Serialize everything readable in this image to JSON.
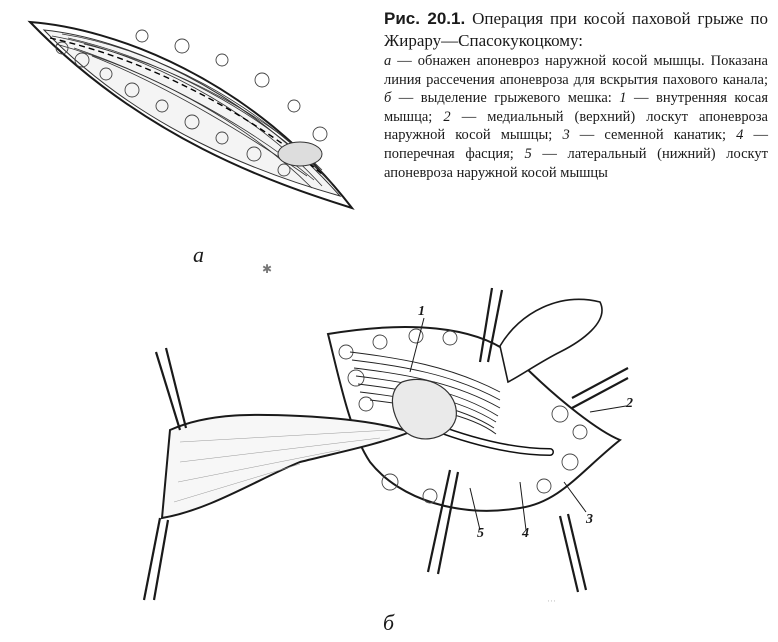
{
  "caption": {
    "figure_number": "Рис. 20.1.",
    "title": "Операция при косой паховой грыже по Жирару—Спасокукоцкому:",
    "parts": [
      {
        "label": "а",
        "text": " — обнажен апоневроз наружной косой мышцы. Показана линия рассечения апоневроза для вскрытия пахового канала; "
      },
      {
        "label": "б",
        "text": " — выделение грыжевого мешка: "
      },
      {
        "label": "1",
        "text": " — внутренняя косая мышца; "
      },
      {
        "label": "2",
        "text": " — медиальный (верхний) лоскут апоневроза наружной косой мышцы; "
      },
      {
        "label": "3",
        "text": " — семенной канатик; "
      },
      {
        "label": "4",
        "text": " — поперечная фасция; "
      },
      {
        "label": "5",
        "text": " — латеральный (нижний) лоскут апоневроза наружной косой мышцы"
      }
    ]
  },
  "panels": {
    "a": "а",
    "b": "б"
  },
  "callouts": [
    "1",
    "2",
    "3",
    "4",
    "5"
  ],
  "colors": {
    "ink": "#1a1a1a",
    "background": "#ffffff"
  }
}
